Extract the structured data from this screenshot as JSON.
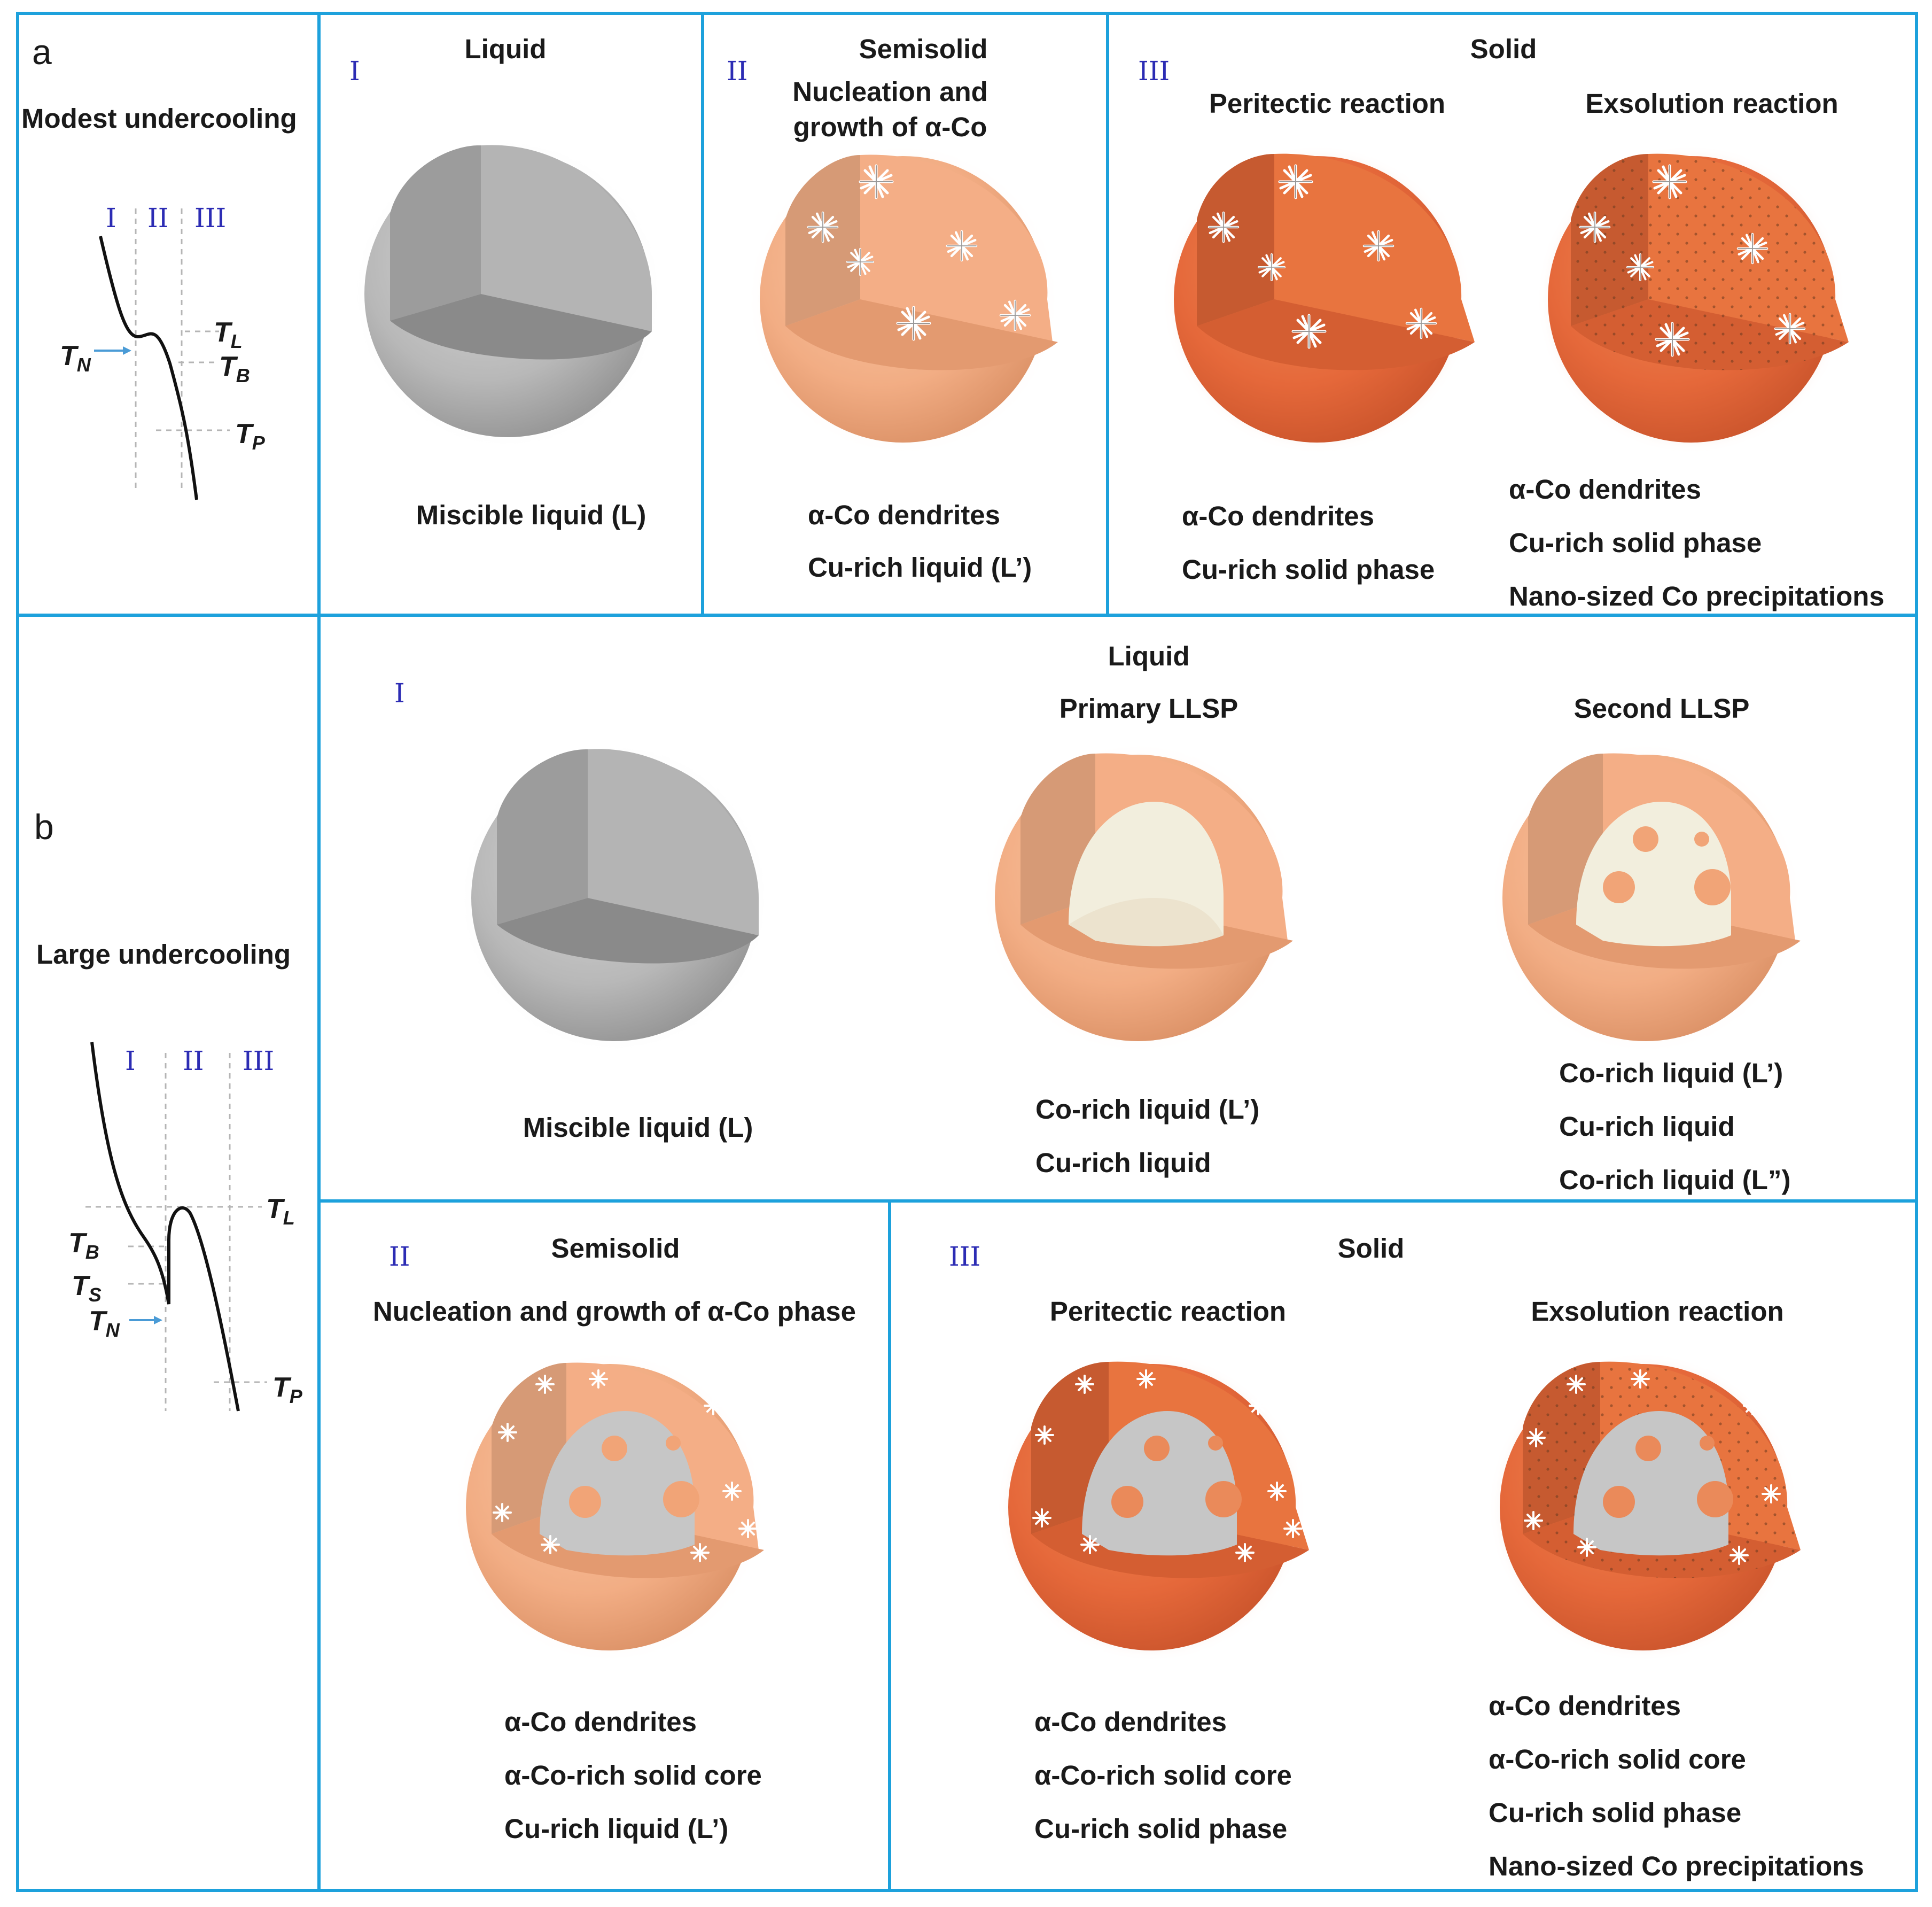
{
  "colors": {
    "border": "#1da1dc",
    "roman": "#2c2cb4",
    "liquid_grey": "#b7b7b7",
    "semisolid_orange": "#f3ad82",
    "solid_orange": "#e4683a",
    "pale_core": "#f2eedd",
    "solid_core_grey": "#c6c6c6",
    "arrow": "#4a9bd6"
  },
  "panel_a": {
    "label": "a",
    "title": "Modest undercooling",
    "curve": {
      "roman": [
        "I",
        "II",
        "III"
      ],
      "TL": "T",
      "TL_sub": "L",
      "TN": "T",
      "TN_sub": "N",
      "TB": "T",
      "TB_sub": "B",
      "TP": "T",
      "TP_sub": "P"
    },
    "stage1": {
      "roman": "I",
      "title": "Liquid",
      "sphere_icon": "grey-cutaway-sphere-icon",
      "caption1": "Miscible liquid (L)"
    },
    "stage2": {
      "roman": "II",
      "title": "Semisolid",
      "subtitle1": "Nucleation and",
      "subtitle2": "growth of α-Co",
      "sphere_icon": "orange-dendrite-sphere-icon",
      "caption1": "α-Co dendrites",
      "caption2": "Cu-rich liquid (L’)"
    },
    "stage3": {
      "roman": "III",
      "title": "Solid",
      "left_title": "Peritectic reaction",
      "left_sphere_icon": "solid-dendrite-sphere-icon",
      "left_caption1": "α-Co dendrites",
      "left_caption2": "Cu-rich solid phase",
      "right_title": "Exsolution reaction",
      "right_sphere_icon": "dotted-solid-sphere-icon",
      "right_caption1": "α-Co dendrites",
      "right_caption2": "Cu-rich solid phase",
      "right_caption3": "Nano-sized Co precipitations"
    }
  },
  "panel_b": {
    "label": "b",
    "title": "Large undercooling",
    "curve": {
      "roman": [
        "I",
        "II",
        "III"
      ],
      "TL": "T",
      "TL_sub": "L",
      "TB": "T",
      "TB_sub": "B",
      "TS": "T",
      "TS_sub": "S",
      "TN": "T",
      "TN_sub": "N",
      "TP": "T",
      "TP_sub": "P"
    },
    "stage1": {
      "roman": "I",
      "title": "Liquid",
      "sphere_icon": "grey-cutaway-sphere-icon",
      "caption1": "Miscible liquid (L)",
      "mid_title": "Primary LLSP",
      "mid_sphere_icon": "core-shell-sphere-icon",
      "mid_caption1": "Co-rich liquid (L’)",
      "mid_caption2": "Cu-rich liquid",
      "right_title": "Second LLSP",
      "right_sphere_icon": "droplet-core-sphere-icon",
      "right_caption1": "Co-rich liquid (L’)",
      "right_caption2": "Cu-rich liquid",
      "right_caption3": "Co-rich liquid (L”)"
    },
    "stage2": {
      "roman": "II",
      "title": "Semisolid",
      "subtitle1": "Nucleation and growth of α-Co phase",
      "sphere_icon": "semisolid-core-sphere-icon",
      "caption1": "α-Co dendrites",
      "caption2": "α-Co-rich solid core",
      "caption3": "Cu-rich liquid (L’)"
    },
    "stage3": {
      "roman": "III",
      "title": "Solid",
      "left_title": "Peritectic reaction",
      "left_sphere_icon": "solid-core-sphere-icon",
      "left_caption1": "α-Co dendrites",
      "left_caption2": "α-Co-rich solid core",
      "left_caption3": "Cu-rich solid phase",
      "right_title": "Exsolution reaction",
      "right_sphere_icon": "dotted-core-sphere-icon",
      "right_caption1": "α-Co dendrites",
      "right_caption2": "α-Co-rich solid core",
      "right_caption3": "Cu-rich solid phase",
      "right_caption4": "Nano-sized Co precipitations"
    }
  }
}
